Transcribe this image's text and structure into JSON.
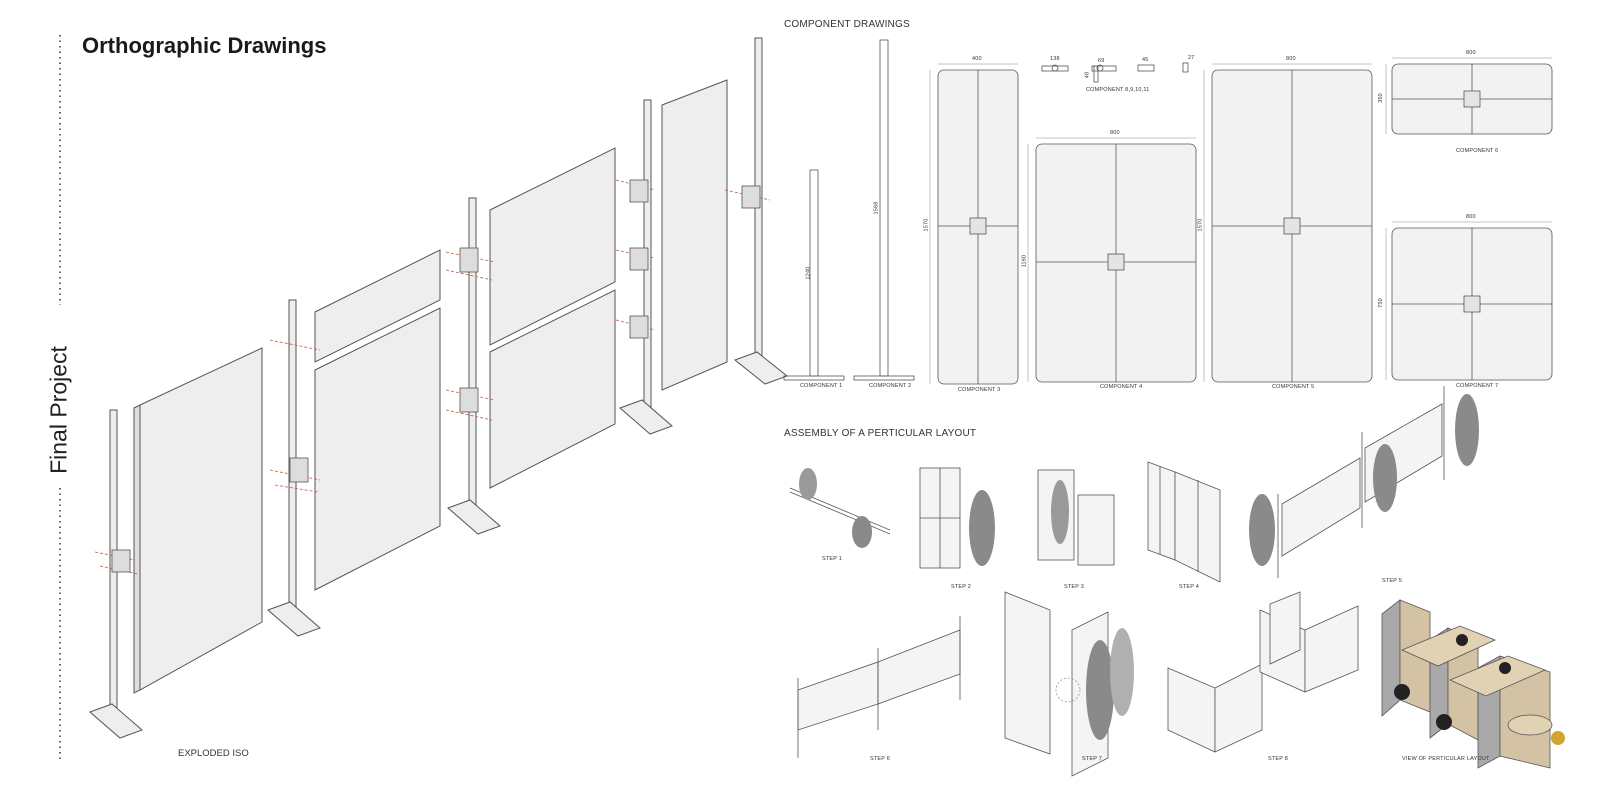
{
  "header": {
    "title": "Orthographic Drawings",
    "project": "Final Project"
  },
  "exploded": {
    "label": "EXPLODED ISO"
  },
  "components": {
    "title": "COMPONENT DRAWINGS",
    "labels": [
      "COMPONENT 1",
      "COMPONENT 2",
      "COMPONENT 3",
      "COMPONENT 4",
      "COMPONENT 5",
      "COMPONENT 6",
      "COMPONENT 7",
      "COMPONENT 8,9,10,11"
    ],
    "dims": {
      "c1": "1240",
      "c2": "1568",
      "c3w": "400",
      "c3h": "1570",
      "c4w": "800",
      "c4h": "1160",
      "c5w": "800",
      "c5h": "1570",
      "c6w": "800",
      "c6h": "350",
      "c7w": "800",
      "c7h": "750",
      "h1": "138",
      "h2": "69",
      "h3": "48",
      "h4": "45",
      "h5": "27"
    }
  },
  "assembly": {
    "title": "ASSEMBLY OF A PERTICULAR LAYOUT",
    "steps": [
      "STEP 1",
      "STEP 2",
      "STEP 3",
      "STEP 4",
      "STEP 5",
      "STEP 6",
      "STEP 7",
      "STEP 8",
      "VIEW OF PERTICULAR LAYOUT"
    ]
  }
}
